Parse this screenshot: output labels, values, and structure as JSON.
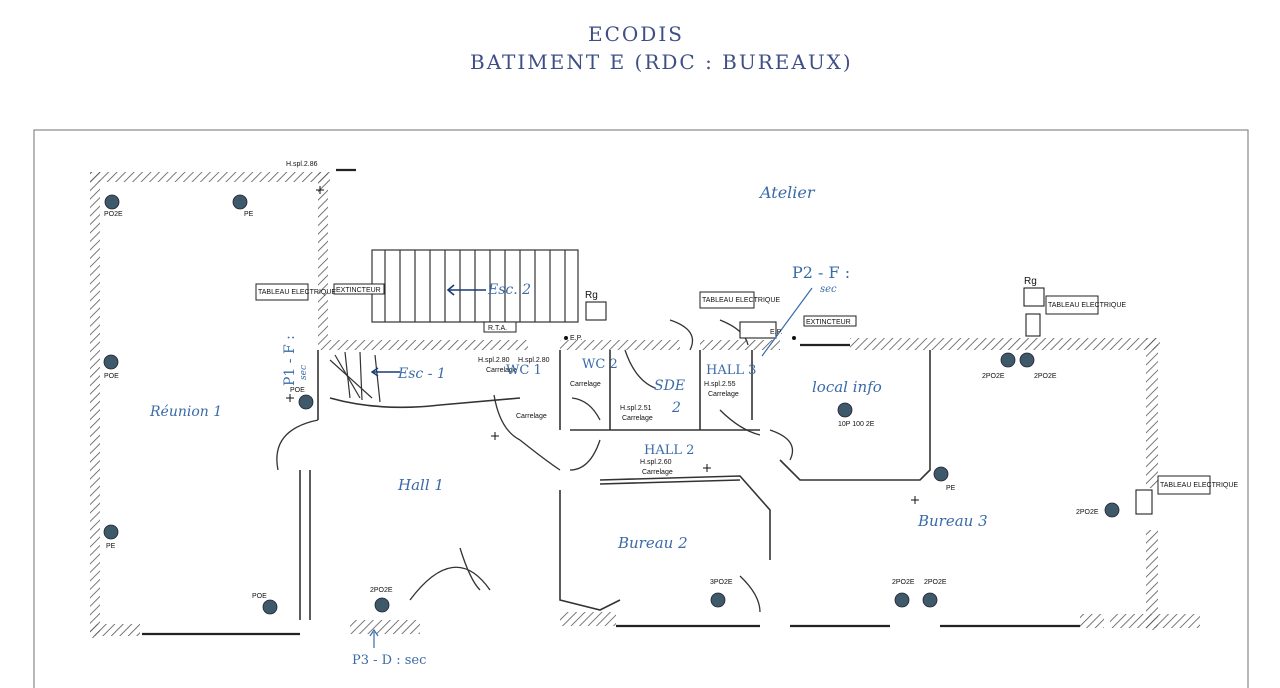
{
  "header": {
    "line1": "ECODIS",
    "line2": "BATIMENT E (RDC : BUREAUX)"
  },
  "rooms": {
    "reunion": "Réunion 1",
    "hall1": "Hall 1",
    "bureau2": "Bureau 2",
    "bureau3": "Bureau 3",
    "atelier": "Atelier",
    "local_info": "local info",
    "esc1": "Esc - 1",
    "esc2": "Esc. 2",
    "wc1": "WC 1",
    "wc2": "WC 2",
    "sde": "SDE",
    "sde_num": "2",
    "hall2": "HALL 2",
    "hall3": "HALL 3"
  },
  "panels": {
    "tableau": "TABLEAU ELECTRIQUE",
    "extincteur": "EXTINCTEUR",
    "rg": "Rg",
    "ep": "E.P.",
    "rta": "R.T.A."
  },
  "outlets": {
    "p02e": "PO2E",
    "pe": "PE",
    "poe": "POE",
    "p2p02e": "2PO2E",
    "p3p02e": "3PO2E",
    "info": "10P 100 2E"
  },
  "ceilings": {
    "h286": "H.spl.2.86",
    "h280a": "H.spl.2.80",
    "h280b": "H.spl.2.80",
    "h260": "H.spl.2.60",
    "h251": "H.spl.2.51",
    "h255": "H.spl.2.55",
    "carrelage": "Carrelage"
  },
  "annotations": {
    "p1": "P1 - F :",
    "p1_sub": "sec",
    "p2": "P2 - F :",
    "p2_sub": "sec",
    "p3": "P3 - D : sec"
  }
}
